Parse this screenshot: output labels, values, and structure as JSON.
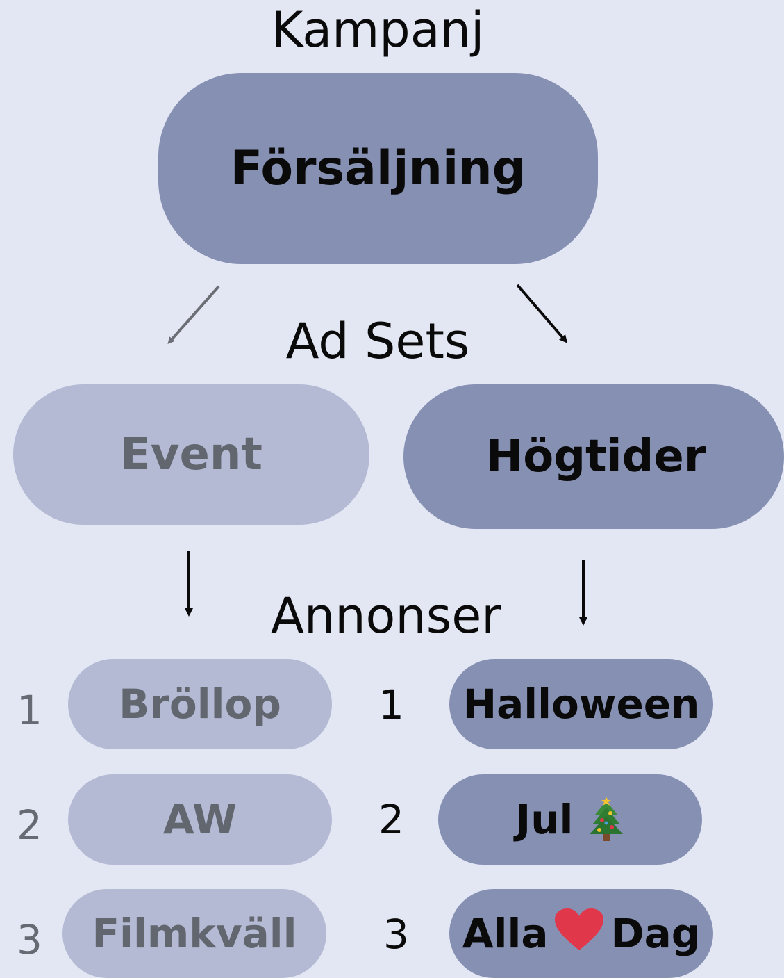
{
  "labels": {
    "campaign": "Kampanj",
    "ad_sets": "Ad Sets",
    "ads": "Annonser"
  },
  "campaign_node": {
    "text": "Försäljning"
  },
  "ad_set_nodes": [
    {
      "text": "Event",
      "state": "dimmed"
    },
    {
      "text": "Högtider",
      "state": "active"
    }
  ],
  "ads_left": [
    {
      "num": "1",
      "text": "Bröllop"
    },
    {
      "num": "2",
      "text": "AW"
    },
    {
      "num": "3",
      "text": "Filmkväll"
    }
  ],
  "ads_right": [
    {
      "num": "1",
      "text": "Halloween"
    },
    {
      "num": "2",
      "text": "Jul",
      "icon": "christmas-tree-icon"
    },
    {
      "num": "3",
      "text_before": "Alla",
      "icon": "heart-icon",
      "text_after": "Dag"
    }
  ],
  "colors": {
    "background": "#e3e7f3",
    "active_node": "#8690b3",
    "dimmed_node": "#b4bad4",
    "heart": "#e0384a"
  }
}
